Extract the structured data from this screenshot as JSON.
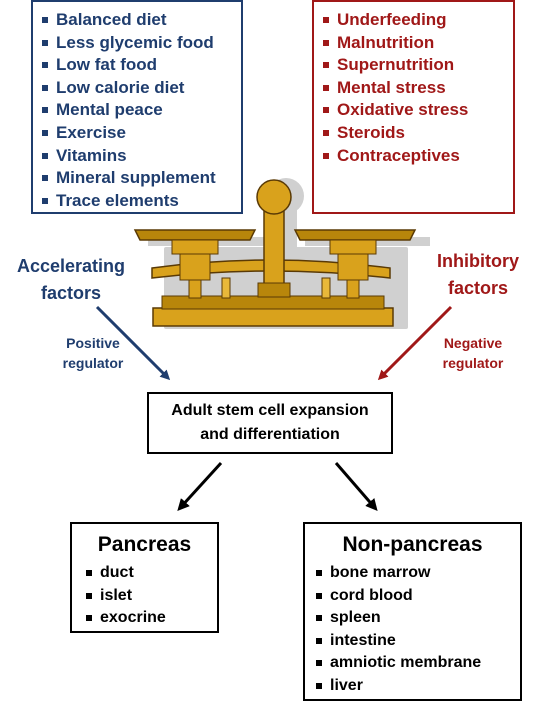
{
  "accelerating": {
    "items": [
      "Balanced diet",
      "Less glycemic food",
      "Low fat food",
      "Low calorie diet",
      "Mental peace",
      "Exercise",
      "Vitamins",
      "Mineral supplement",
      "Trace elements"
    ],
    "label_line1": "Accelerating",
    "label_line2": "factors",
    "regulator_line1": "Positive",
    "regulator_line2": "regulator",
    "color": "#1f3d6e"
  },
  "inhibitory": {
    "items": [
      "Underfeeding",
      "Malnutrition",
      "Supernutrition",
      "Mental stress",
      "Oxidative stress",
      "Steroids",
      "Contraceptives"
    ],
    "label_line1": "Inhibitory",
    "label_line2": "factors",
    "regulator_line1": "Negative",
    "regulator_line2": "regulator",
    "color": "#a01818"
  },
  "center": {
    "line1": "Adult stem cell expansion",
    "line2": "and differentiation"
  },
  "pancreas": {
    "title": "Pancreas",
    "items": [
      "duct",
      "islet",
      "exocrine"
    ]
  },
  "non_pancreas": {
    "title": "Non-pancreas",
    "items": [
      "bone marrow",
      "cord blood",
      "spleen",
      "intestine",
      "amniotic membrane",
      "liver"
    ]
  },
  "icons": [
    "balance-scale-icon"
  ],
  "colors": {
    "scale_gold": "#d9a21c",
    "scale_dark": "#8a5a0a",
    "shadow": "#cfcfcf"
  }
}
